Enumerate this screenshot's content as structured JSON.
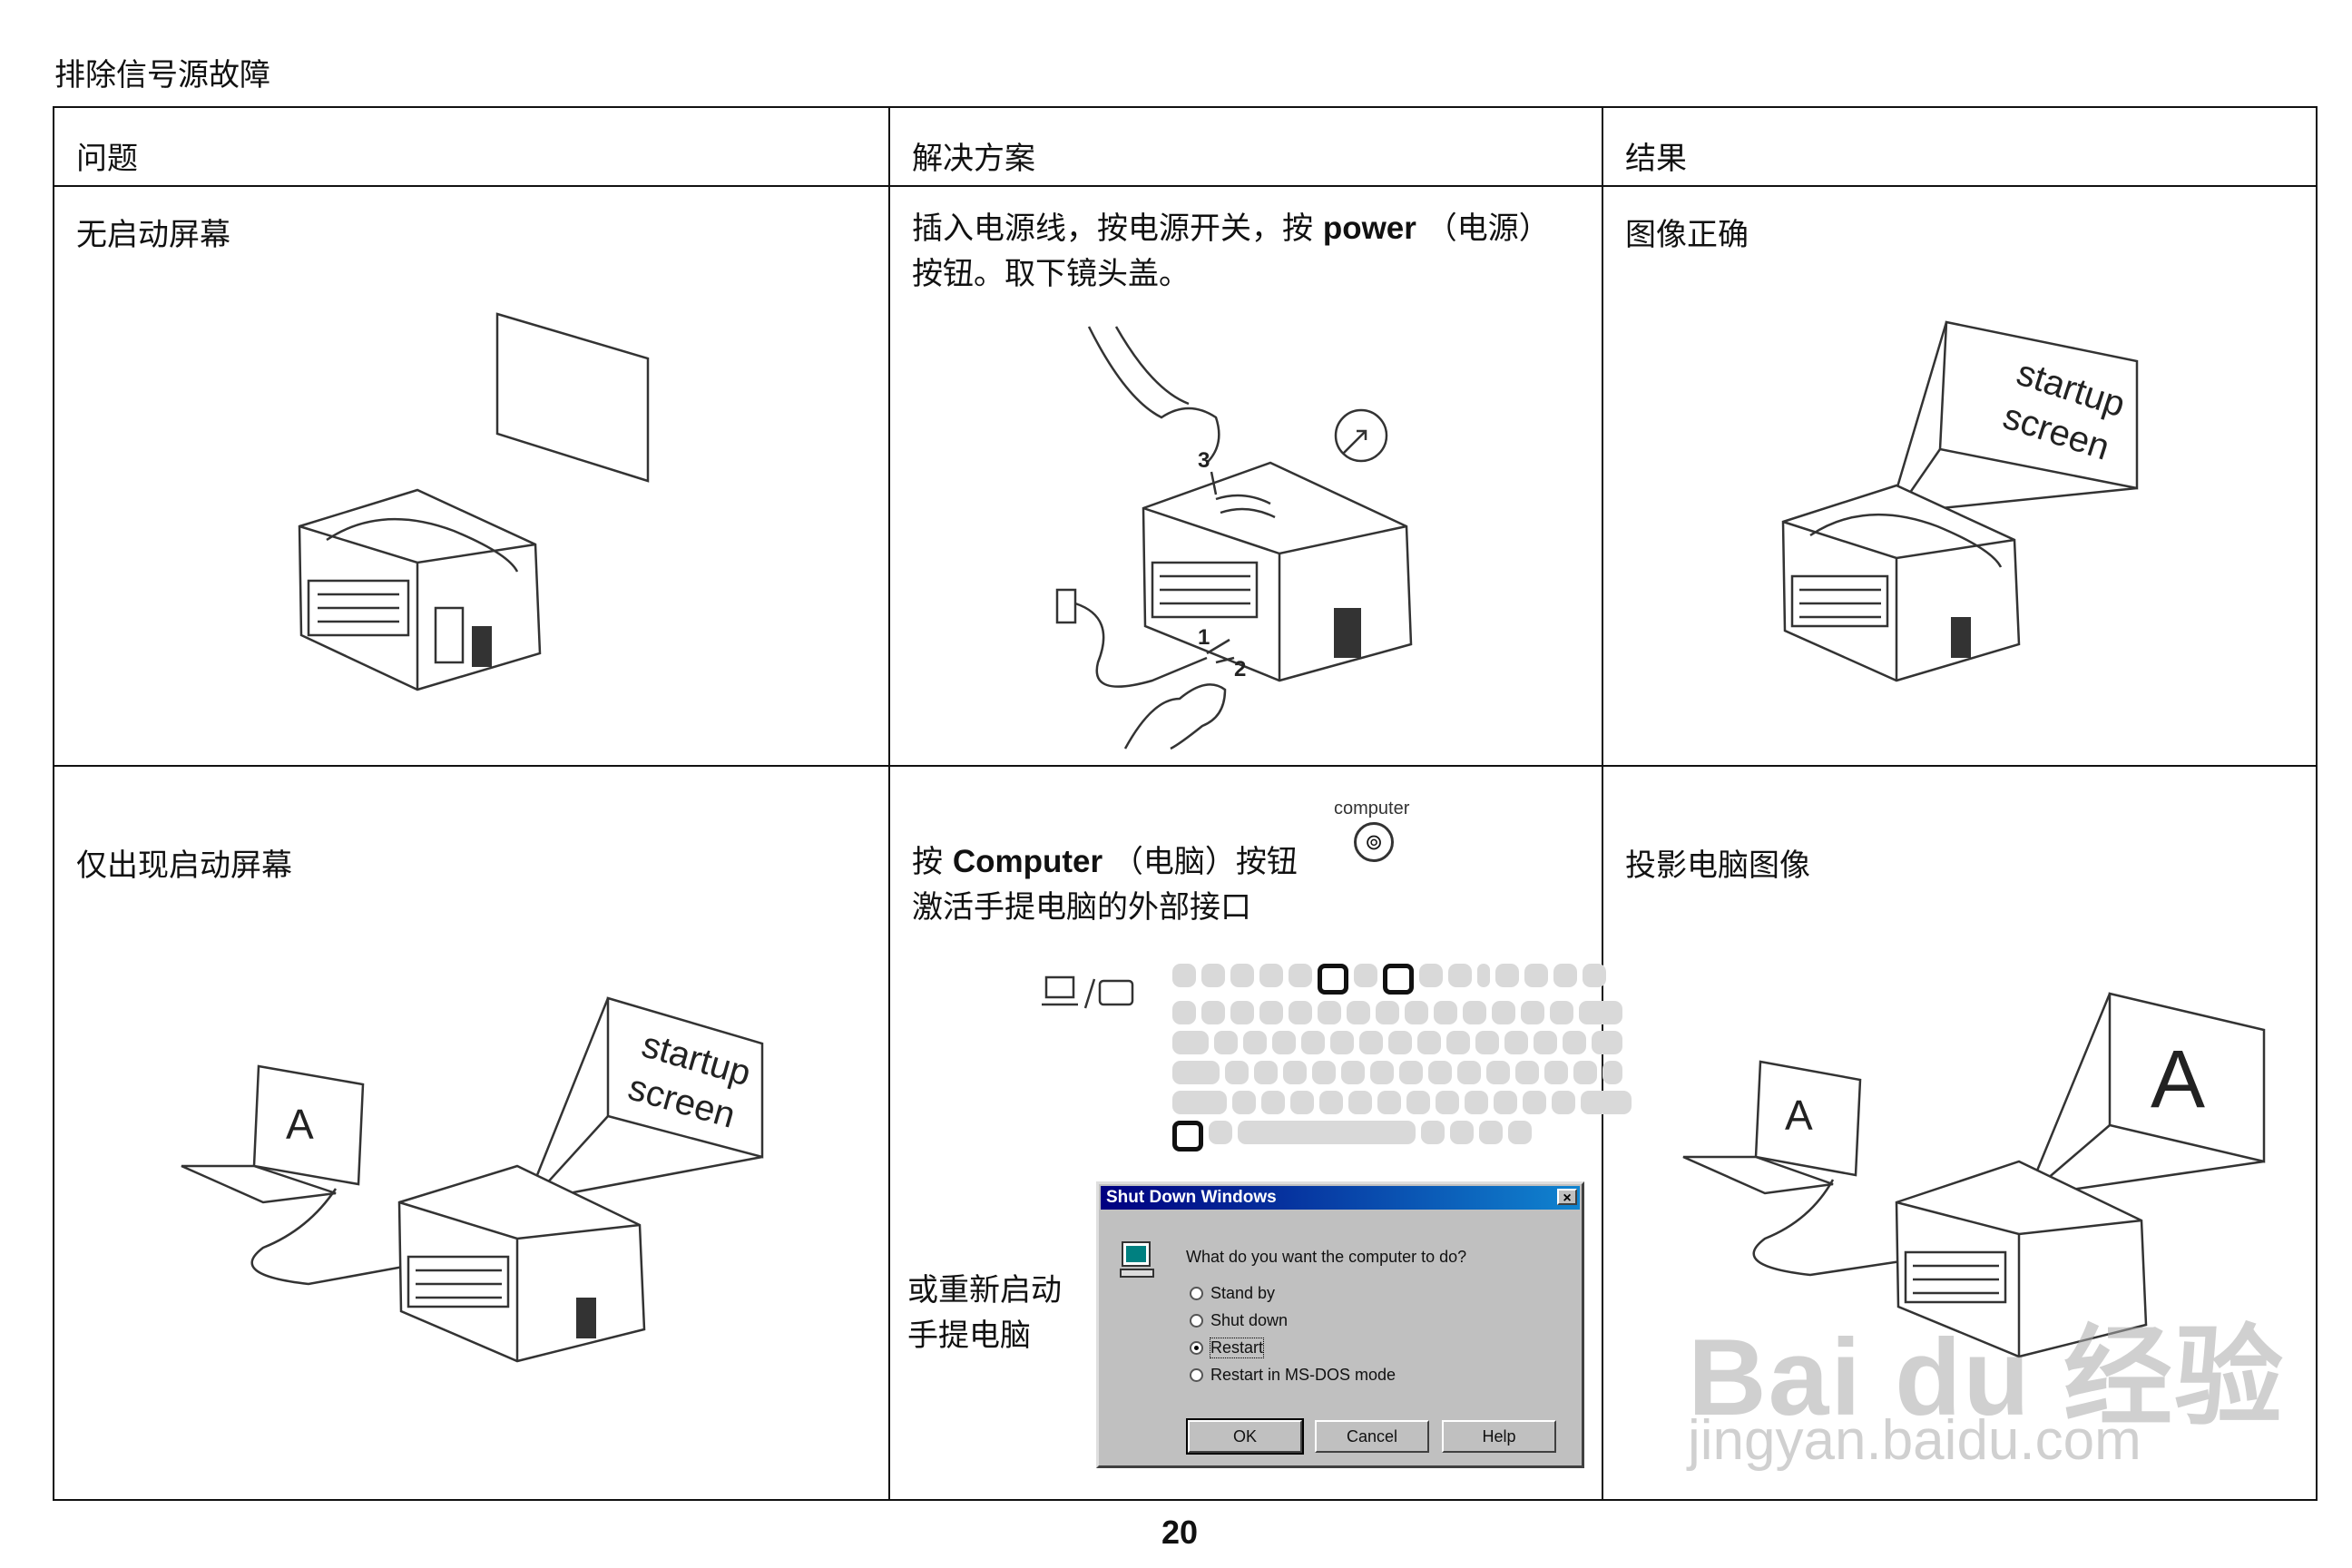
{
  "page_title": "排除信号源故障",
  "table": {
    "headers": [
      "问题",
      "解决方案",
      "结果"
    ],
    "row1": {
      "problem": "无启动屏幕",
      "solution_line1_pre": "插入电源线，按电源开关，按",
      "solution_line1_bold": "power",
      "solution_line1_post": "（电源）",
      "solution_line2": "按钮。取下镜头盖。",
      "result": "图像正确",
      "step_labels": [
        "3",
        "1",
        "2"
      ],
      "screen_text_top": "startup",
      "screen_text_bottom": "screen"
    },
    "row2": {
      "problem": "仅出现启动屏幕",
      "solution_line1_pre": "按",
      "solution_line1_bold": "Computer",
      "solution_line1_post": "（电脑）按钮",
      "solution_line2": "激活手提电脑的外部接口",
      "computer_button_label": "computer",
      "alt_line1": "或重新启动",
      "alt_line2": "手提电脑",
      "result": "投影电脑图像",
      "laptop_letter": "A",
      "screen_text_top": "startup",
      "screen_text_bottom": "screen",
      "projected_letter": "A"
    }
  },
  "dialog": {
    "title": "Shut Down Windows",
    "close": "×",
    "question": "What do you want the computer to do?",
    "options": [
      "Stand by",
      "Shut down",
      "Restart",
      "Restart in MS-DOS mode"
    ],
    "selected_index": 2,
    "buttons": [
      "OK",
      "Cancel",
      "Help"
    ]
  },
  "page_number": "20",
  "watermark": {
    "line1": "Bai du 经验",
    "line2": "jingyan.baidu.com"
  }
}
